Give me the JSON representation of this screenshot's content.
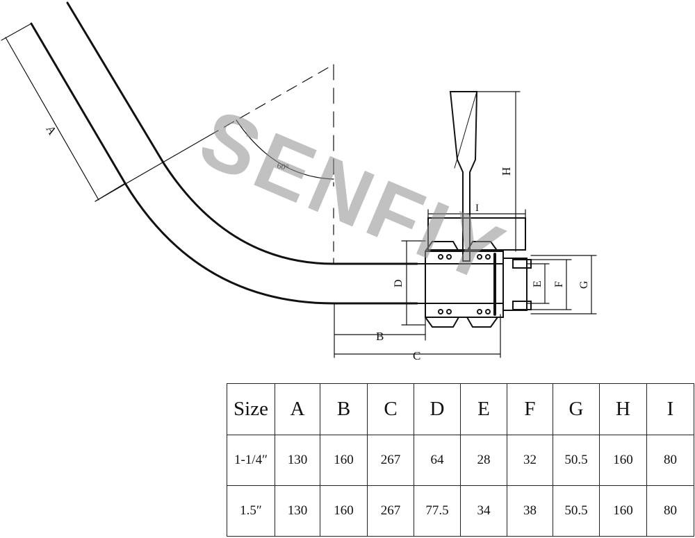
{
  "watermark": "SENFIY",
  "drawing": {
    "angle_label": "60°",
    "dimension_labels": [
      "A",
      "B",
      "C",
      "D",
      "E",
      "F",
      "G",
      "H",
      "I"
    ]
  },
  "table": {
    "headers": [
      "Size",
      "A",
      "B",
      "C",
      "D",
      "E",
      "F",
      "G",
      "H",
      "I"
    ],
    "rows": [
      [
        "1-1/4″",
        "130",
        "160",
        "267",
        "64",
        "28",
        "32",
        "50.5",
        "160",
        "80"
      ],
      [
        "1.5″",
        "130",
        "160",
        "267",
        "77.5",
        "34",
        "38",
        "50.5",
        "160",
        "80"
      ]
    ]
  }
}
